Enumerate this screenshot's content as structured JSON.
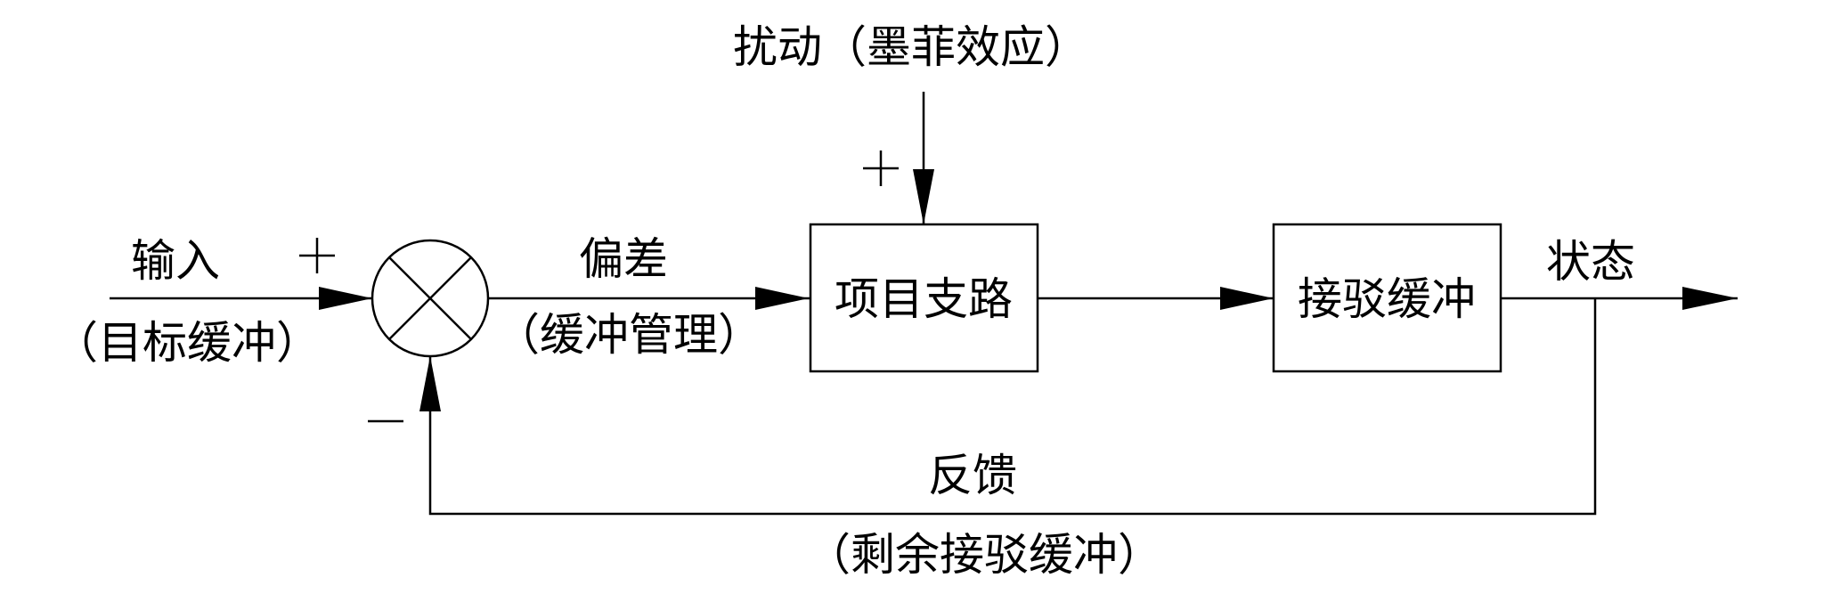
{
  "diagram": {
    "type": "feedback-control-block-diagram",
    "colors": {
      "stroke": "#000000",
      "background": "#ffffff"
    },
    "input": {
      "label": "输入",
      "sublabel": "（目标缓冲）",
      "sign": "+"
    },
    "summing_junction": {
      "symbol": "circle-with-cross"
    },
    "error": {
      "label": "偏差",
      "sublabel": "（缓冲管理）"
    },
    "disturbance": {
      "label": "扰动（墨菲效应）",
      "sign": "+"
    },
    "blocks": [
      {
        "id": "project-branch",
        "label": "项目支路"
      },
      {
        "id": "feeding-buffer",
        "label": "接驳缓冲"
      }
    ],
    "output": {
      "label": "状态"
    },
    "feedback": {
      "label": "反馈",
      "sublabel": "（剩余接驳缓冲）",
      "sign": "−"
    },
    "edges": [
      {
        "from": "input",
        "to": "summing-junction"
      },
      {
        "from": "summing-junction",
        "to": "project-branch"
      },
      {
        "from": "disturbance",
        "to": "project-branch"
      },
      {
        "from": "project-branch",
        "to": "feeding-buffer"
      },
      {
        "from": "feeding-buffer",
        "to": "output"
      },
      {
        "from": "output",
        "to": "summing-junction",
        "kind": "feedback"
      }
    ]
  }
}
